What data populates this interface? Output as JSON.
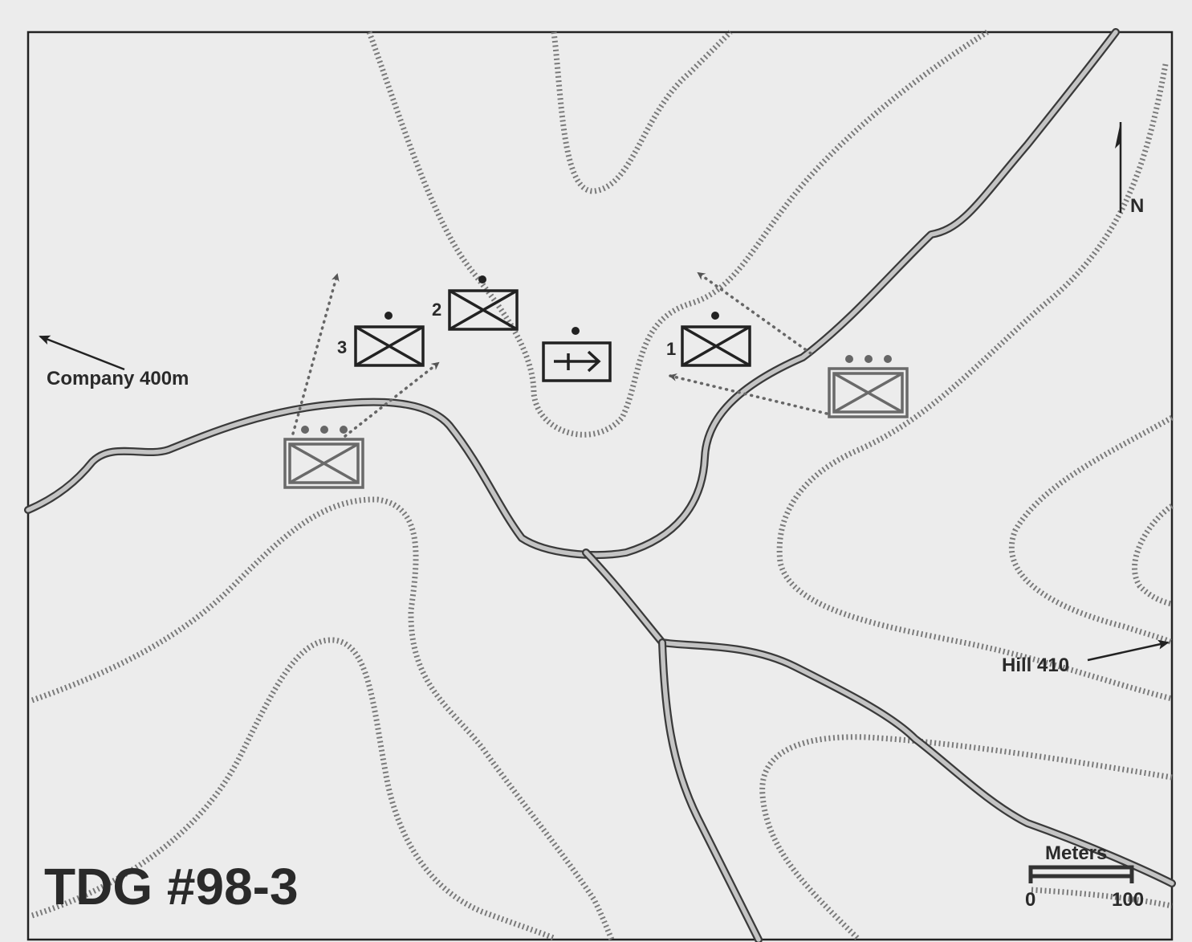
{
  "title": "TDG #98-3",
  "labels": {
    "company": "Company 400m",
    "hill": "Hill 410",
    "north": "N"
  },
  "units": {
    "platoon_1": "1",
    "platoon_2": "2",
    "platoon_3": "3"
  },
  "scale": {
    "title": "Meters",
    "min": "0",
    "max": "100"
  },
  "colors": {
    "background": "#ececec",
    "road_fill": "#c4c4c4",
    "contour": "#7a7a7a",
    "symbol": "#222222"
  }
}
